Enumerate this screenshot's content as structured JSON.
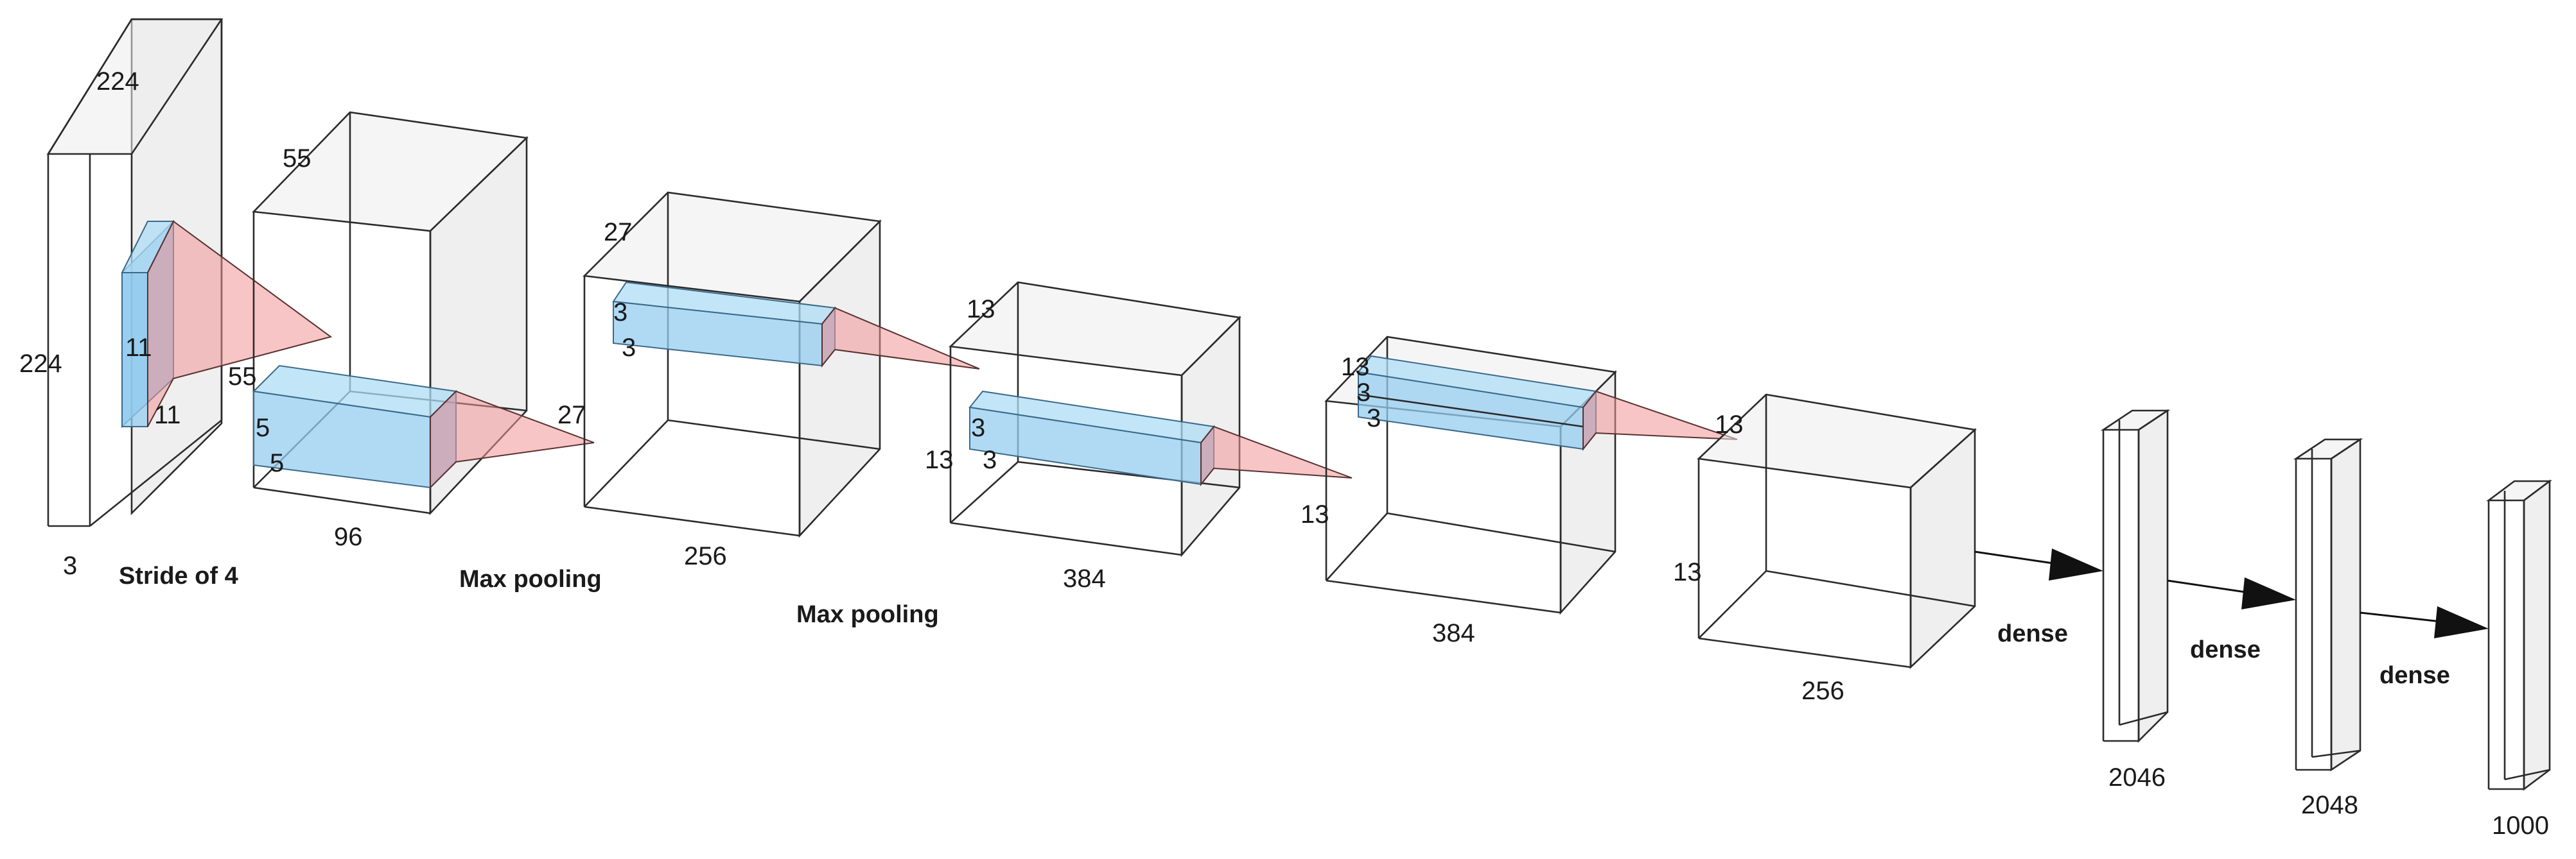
{
  "layers": [
    {
      "depth": "224",
      "height": "224",
      "width": "3"
    },
    {
      "depth": "55",
      "side": "55",
      "width": "96"
    },
    {
      "depth": "27",
      "side": "27",
      "width": "256"
    },
    {
      "depth": "13",
      "side": "13",
      "width": "384"
    },
    {
      "side": "13",
      "width": "384"
    },
    {
      "side": "13",
      "side2": "13",
      "width": "256"
    }
  ],
  "kernels": {
    "k1": {
      "a": "11",
      "b": "11"
    },
    "k2": {
      "a": "5",
      "b": "5"
    },
    "k3": {
      "a": "3",
      "b": "3"
    },
    "k4": {
      "a": "3",
      "b": "3"
    },
    "k5": {
      "a": "13",
      "b": "3",
      "c": "3"
    }
  },
  "notes": {
    "stride": "Stride of 4",
    "pool1": "Max pooling",
    "pool2": "Max pooling",
    "dense1": "dense",
    "dense2": "dense",
    "dense3": "dense"
  },
  "dense_layers": [
    "2046",
    "2048",
    "1000"
  ]
}
